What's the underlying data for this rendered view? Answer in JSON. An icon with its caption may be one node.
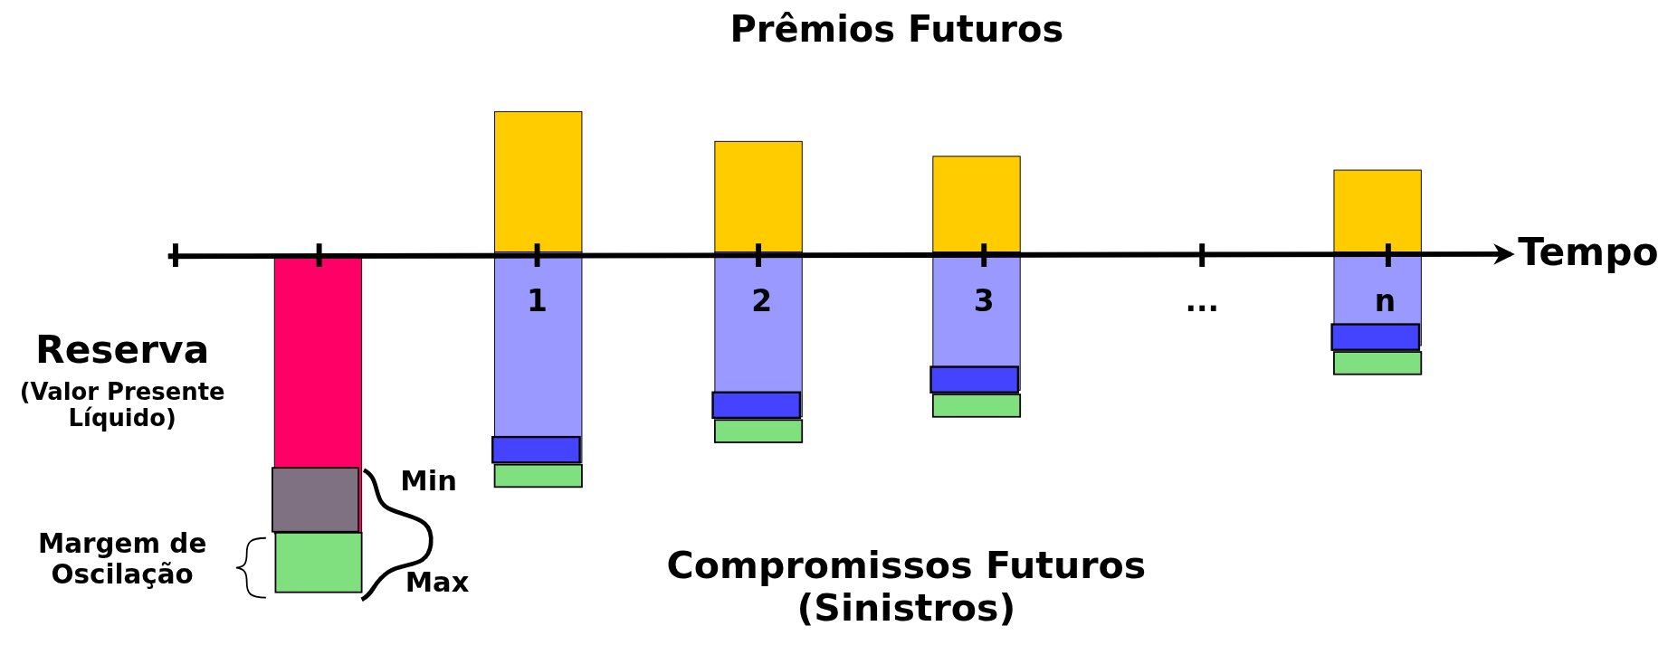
{
  "diagram": {
    "labels": [
      "Prêmios Futuros",
      "Tempo",
      "1",
      "2",
      "3",
      "...",
      "n",
      "Reserva",
      "(Valor Presente Líquido)",
      "Min",
      "Margem de Oscilação",
      "Max",
      "Compromissos Futuros (Sinistros)"
    ]
  }
}
